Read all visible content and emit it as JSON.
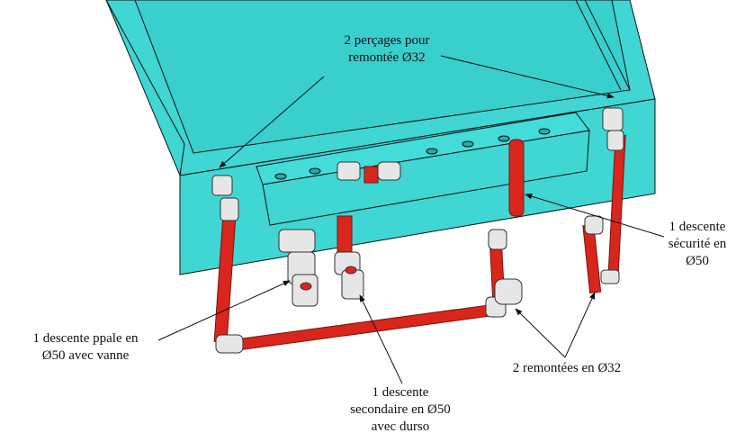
{
  "colors": {
    "tank": "#3fd6d3",
    "tank_dark": "#2ab3b1",
    "pipe": "#d9261c",
    "pipe_dark": "#9c1a14",
    "fitting": "#e6e6e6",
    "line": "#111111"
  },
  "labels": {
    "drill_holes": [
      "2 perçages pour",
      "remontée Ø32"
    ],
    "safety_descent": [
      "1 descente",
      "sécurité en",
      "Ø50"
    ],
    "main_descent": [
      "1 descente ppale en",
      "Ø50 avec vanne"
    ],
    "risers": [
      "2 remontées en  Ø32"
    ],
    "secondary_descent": [
      "1 descente",
      "secondaire en  Ø50",
      "avec durso"
    ]
  }
}
